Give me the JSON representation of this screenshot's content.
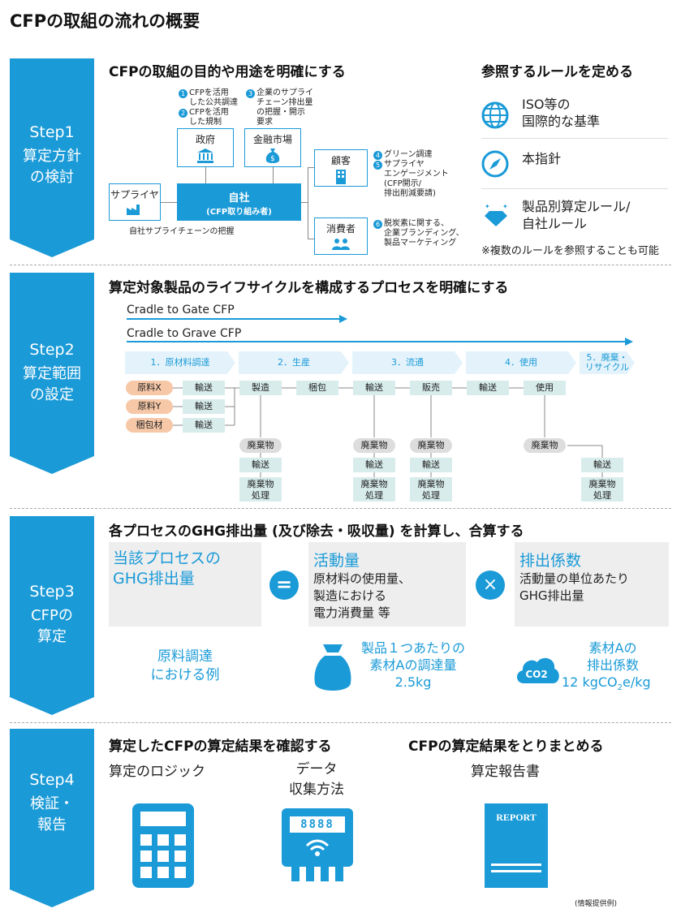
{
  "title": "CFPの取組の流れの概要",
  "steps": [
    {
      "num": "Step1",
      "label": "算定方針\nの検討"
    },
    {
      "num": "Step2",
      "label": "算定範囲\nの設定"
    },
    {
      "num": "Step3",
      "label": "CFPの\n算定"
    },
    {
      "num": "Step4",
      "label": "検証・\n報告"
    }
  ],
  "s1": {
    "heading_left": "CFPの取組の目的や用途を明確にする",
    "heading_right": "参照するルールを定める",
    "note1": "CFPを活用\nした公共調達",
    "note2": "CFPを活用\nした規制",
    "note3": "企業のサプライ\nチェーン排出量\nの把握・開示\n要求",
    "note4": "グリーン調達",
    "note5": "サプライヤ\nエンゲージメント\n(CFP開示/\n排出削減要請)",
    "note6": "脱炭素に関する、\n企業ブランディング、\n製品マーケティング",
    "num1": "1",
    "num2": "2",
    "num3": "3",
    "num4": "4",
    "num5": "5",
    "num6": "6",
    "gov": "政府",
    "fin": "金融市場",
    "customer": "顧客",
    "consumer": "消費者",
    "supplier": "サプライヤ",
    "self_title": "自社",
    "self_sub": "(CFP取り組み者)",
    "chain": "自社サプライチェーンの把握",
    "rule1": "ISO等の\n国際的な基準",
    "rule2": "本指針",
    "rule3": "製品別算定ルール/\n自社ルール",
    "rule_note": "※複数のルールを参照することも可能"
  },
  "s2": {
    "heading": "算定対象製品のライフサイクルを構成するプロセスを明確にする",
    "c2g": "Cradle to Gate CFP",
    "c2gr": "Cradle to Grave CFP",
    "phases": [
      "1．原材料調達",
      "2．生産",
      "3．流通",
      "4．使用",
      "5．廃棄・\nリサイクル"
    ],
    "raw": [
      "原料X",
      "原料Y",
      "梱包材"
    ],
    "transport": "輸送",
    "make": "製造",
    "pack": "梱包",
    "sale": "販売",
    "use": "使用",
    "waste": "廃棄物",
    "disposal": "廃棄物\n処理"
  },
  "s3": {
    "heading": "各プロセスのGHG排出量 (及び除去・吸収量) を計算し、合算する",
    "t1": "当該プロセスの\nGHG排出量",
    "t2": "活動量",
    "t2b": "原材料の使用量、\n製造における\n電力消費量 等",
    "t3": "排出係数",
    "t3b": "活動量の単位あたり\nGHG排出量",
    "eq": "=",
    "times": "×",
    "ex_label": "原料調達\nにおける例",
    "ex2": "製品１つあたりの\n素材Aの調達量\n2.5kg",
    "ex3a": "素材Aの\n排出係数",
    "ex3b": "12 kgCO",
    "ex3sub": "2",
    "ex3c": "e/kg",
    "co2": "CO2"
  },
  "s4": {
    "heading_left": "算定したCFPの算定結果を確認する",
    "heading_right": "CFPの算定結果をとりまとめる",
    "logic": "算定のロジック",
    "data": "データ\n収集方法",
    "report": "算定報告書",
    "meter": "8888",
    "report_label": "REPORT",
    "source": "(情報提供例)"
  },
  "colors": {
    "accent": "#1a9ad7"
  }
}
